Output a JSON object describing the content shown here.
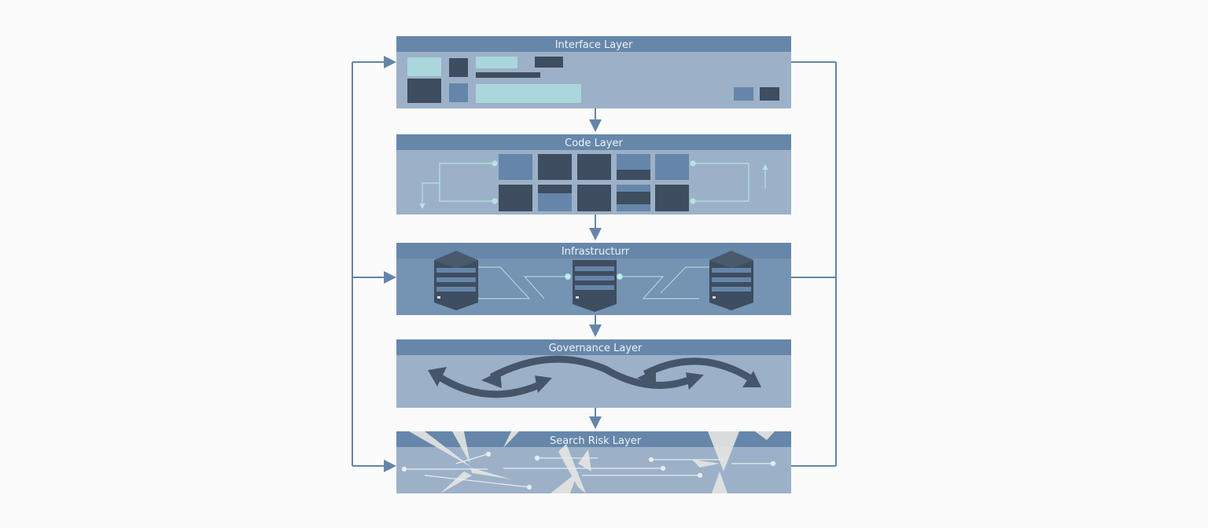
{
  "layers": [
    {
      "title": "Interface Layer"
    },
    {
      "title": "Code Layer"
    },
    {
      "title": "Infrastructurr"
    },
    {
      "title": "Governance Layer"
    },
    {
      "title": "Search Risk Layer"
    }
  ],
  "colors": {
    "header": "#6687aa",
    "body": "#9cb1c7",
    "infra_body": "#7593b2",
    "dark_block": "#3e4d5f",
    "teal_block": "#a9d7dc",
    "mid_block": "#6586aa",
    "connector": "#6585a8"
  }
}
